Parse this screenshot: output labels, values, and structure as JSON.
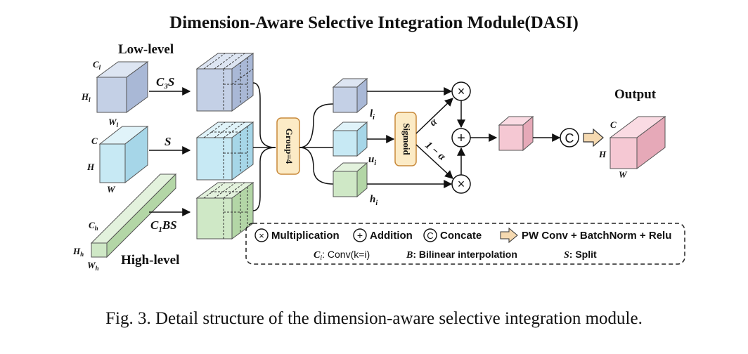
{
  "title": "Dimension-Aware Selective Integration Module(DASI)",
  "labels": {
    "low_level": "Low-level",
    "high_level": "High-level",
    "output": "Output",
    "group": "Group=4",
    "sigmoid": "Sigmoid"
  },
  "dims": {
    "low": {
      "c": "C",
      "c_sub": "l",
      "h": "H",
      "h_sub": "l",
      "w": "W",
      "w_sub": "l"
    },
    "mid": {
      "c": "C",
      "h": "H",
      "w": "W"
    },
    "high": {
      "c": "C",
      "c_sub": "h",
      "h": "H",
      "h_sub": "h",
      "w": "W",
      "w_sub": "h"
    },
    "out": {
      "c": "C",
      "h": "H",
      "w": "W"
    }
  },
  "arrows": {
    "low": "C",
    "low_sub": "3",
    "low_rest": "S",
    "mid": "S",
    "high": "C",
    "high_sub": "1",
    "high_rest": "BS"
  },
  "vars": {
    "l": "l",
    "l_sub": "i",
    "u": "u",
    "u_sub": "i",
    "h": "h",
    "h_sub": "i",
    "alpha": "α",
    "one_minus_alpha": "1 − α"
  },
  "ops": {
    "mul": "×",
    "add": "+",
    "concat": "C"
  },
  "legend": {
    "multiplication": "Multiplication",
    "addition": "Addition",
    "concate": "Concate",
    "pw": "PW Conv + BatchNorm + Relu",
    "ci_key": "C",
    "ci_sub": "i",
    "ci_text": ": Conv(k=i)",
    "b_key": "B",
    "b_text": ": Bilinear interpolation",
    "s_key": "S",
    "s_text": ": Split"
  },
  "caption": "Fig. 3.  Detail structure of the dimension-aware selective integration module.",
  "colors": {
    "low_front": "#c4d0e6",
    "low_top": "#dde5f2",
    "low_side": "#a9b8d6",
    "mid_front": "#c7e9f4",
    "mid_top": "#e0f3f9",
    "mid_side": "#a6d6e8",
    "high_front": "#cfe8c6",
    "high_top": "#e3f2dd",
    "high_side": "#b3d6a6",
    "out_front": "#f5c8d3",
    "out_top": "#fadbe3",
    "out_side": "#e6a9b8",
    "box_fill": "#fcebc6",
    "box_stroke": "#c8893a",
    "arrow_fill": "#f5d9b0"
  }
}
